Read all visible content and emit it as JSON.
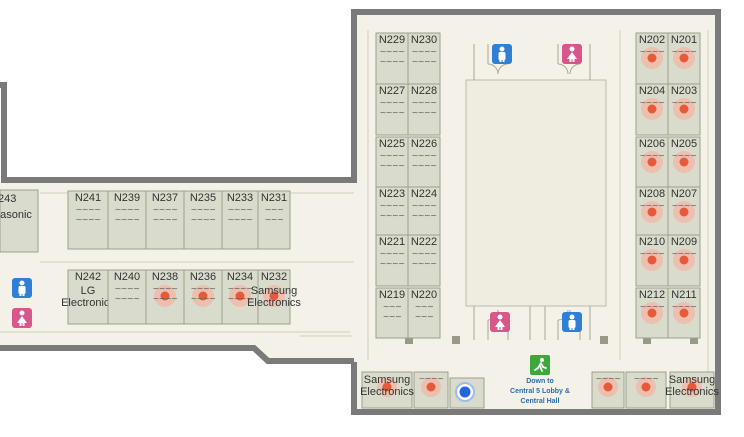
{
  "colors": {
    "wall": "#7a7a7a",
    "floor": "#f4f2e8",
    "booth": "#d9dccc",
    "booth_line": "#9aa08c",
    "booth_dot": "#e8593a",
    "booth_halo": "#f0b8a8",
    "restroom_men": "#2f7fd6",
    "restroom_women": "#d9568a",
    "exit_green": "#3aa83a",
    "location": "#2266dd"
  },
  "booths": [
    {
      "id": "n229",
      "label": "N229",
      "sub": "~~~~\n~~~~",
      "col": 0,
      "row": 0,
      "dot": false
    },
    {
      "id": "n230",
      "label": "N230",
      "sub": "~~~~\n~~~~",
      "col": 1,
      "row": 0,
      "dot": false
    },
    {
      "id": "n227",
      "label": "N227",
      "sub": "~~~~\n~~~~",
      "col": 0,
      "row": 1,
      "dot": false
    },
    {
      "id": "n228",
      "label": "N228",
      "sub": "~~~~\n~~~~",
      "col": 1,
      "row": 1,
      "dot": false
    },
    {
      "id": "n225",
      "label": "N225",
      "sub": "~~~~\n~~~~",
      "col": 0,
      "row": 2,
      "dot": false
    },
    {
      "id": "n226",
      "label": "N226",
      "sub": "~~~~\n~~~~",
      "col": 1,
      "row": 2,
      "dot": false
    },
    {
      "id": "n223",
      "label": "N223",
      "sub": "~~~~\n~~~~",
      "col": 0,
      "row": 3,
      "dot": false
    },
    {
      "id": "n224",
      "label": "N224",
      "sub": "~~~~\n~~~~",
      "col": 1,
      "row": 3,
      "dot": false
    },
    {
      "id": "n221",
      "label": "N221",
      "sub": "~~~~\n~~~~",
      "col": 0,
      "row": 4,
      "dot": false
    },
    {
      "id": "n222",
      "label": "N222",
      "sub": "~~~~\n~~~~",
      "col": 1,
      "row": 4,
      "dot": false
    },
    {
      "id": "n219",
      "label": "N219",
      "sub": "~~~\n~~~",
      "col": 0,
      "row": 5,
      "dot": false
    },
    {
      "id": "n220",
      "label": "N220",
      "sub": "~~~\n~~~",
      "col": 1,
      "row": 5,
      "dot": false
    },
    {
      "id": "n202",
      "label": "N202",
      "sub": "~~~~",
      "col": 2,
      "row": 0,
      "dot": true
    },
    {
      "id": "n201",
      "label": "N201",
      "sub": "~~~~",
      "col": 3,
      "row": 0,
      "dot": true
    },
    {
      "id": "n204",
      "label": "N204",
      "sub": "~~~~",
      "col": 2,
      "row": 1,
      "dot": true
    },
    {
      "id": "n203",
      "label": "N203",
      "sub": "~~~~",
      "col": 3,
      "row": 1,
      "dot": true
    },
    {
      "id": "n206",
      "label": "N206",
      "sub": "~~~~",
      "col": 2,
      "row": 2,
      "dot": true
    },
    {
      "id": "n205",
      "label": "N205",
      "sub": "~~~~",
      "col": 3,
      "row": 2,
      "dot": true
    },
    {
      "id": "n208",
      "label": "N208",
      "sub": "~~~~",
      "col": 2,
      "row": 3,
      "dot": true
    },
    {
      "id": "n207",
      "label": "N207",
      "sub": "~~~~",
      "col": 3,
      "row": 3,
      "dot": true
    },
    {
      "id": "n210",
      "label": "N210",
      "sub": "~~~~",
      "col": 2,
      "row": 4,
      "dot": true
    },
    {
      "id": "n209",
      "label": "N209",
      "sub": "~~~~",
      "col": 3,
      "row": 4,
      "dot": true
    },
    {
      "id": "n212",
      "label": "N212",
      "sub": "~~~~",
      "col": 2,
      "row": 5,
      "dot": true
    },
    {
      "id": "n211",
      "label": "N211",
      "sub": "~~~~",
      "col": 3,
      "row": 5,
      "dot": true
    },
    {
      "id": "n241",
      "label": "N241",
      "sub": "~~~~\n~~~~",
      "col": 4,
      "row": 0,
      "dot": false
    },
    {
      "id": "n239",
      "label": "N239",
      "sub": "~~~~\n~~~~",
      "col": 5,
      "row": 0,
      "dot": false
    },
    {
      "id": "n237",
      "label": "N237",
      "sub": "~~~~\n~~~~",
      "col": 6,
      "row": 0,
      "dot": false
    },
    {
      "id": "n235",
      "label": "N235",
      "sub": "~~~~\n~~~~",
      "col": 7,
      "row": 0,
      "dot": false
    },
    {
      "id": "n233",
      "label": "N233",
      "sub": "~~~~\n~~~~",
      "col": 8,
      "row": 0,
      "dot": false
    },
    {
      "id": "n231",
      "label": "N231",
      "sub": "~~~\n~~~",
      "col": 9,
      "row": 0,
      "dot": false
    },
    {
      "id": "n242",
      "label": "N242",
      "sub": "LG\nElectronics",
      "col": 4,
      "row": 1,
      "dot": false
    },
    {
      "id": "n240",
      "label": "N240",
      "sub": "~~~~\n~~~~",
      "col": 5,
      "row": 1,
      "dot": false
    },
    {
      "id": "n238",
      "label": "N238",
      "sub": "~~~~\n~~~~",
      "col": 6,
      "row": 1,
      "dot": true
    },
    {
      "id": "n236",
      "label": "N236",
      "sub": "~~~~\n~~~~",
      "col": 7,
      "row": 1,
      "dot": true
    },
    {
      "id": "n234",
      "label": "N234",
      "sub": "~~~~\n~~~~",
      "col": 8,
      "row": 1,
      "dot": true
    },
    {
      "id": "n232",
      "label": "N232",
      "sub": "Samsung\nElectronics",
      "col": 9,
      "row": 1,
      "dot": true
    }
  ],
  "partial_booth": {
    "label": "243",
    "sub": "nasonic"
  },
  "bottom_booths": [
    {
      "id": "b1",
      "label": "Samsung\nElectronics",
      "dot": true
    },
    {
      "id": "b2",
      "label": "~~~~",
      "dot": true
    },
    {
      "id": "b3",
      "label": "~~~~~",
      "dot": false
    },
    {
      "id": "b4",
      "label": "~~~~",
      "dot": true
    },
    {
      "id": "b5",
      "label": "~~~~",
      "dot": true
    },
    {
      "id": "b6",
      "label": "Samsung\nElectronics",
      "dot": true
    }
  ],
  "exit": {
    "line1": "Down to",
    "line2": "Central 5 Lobby &",
    "line3": "Central Hall"
  }
}
